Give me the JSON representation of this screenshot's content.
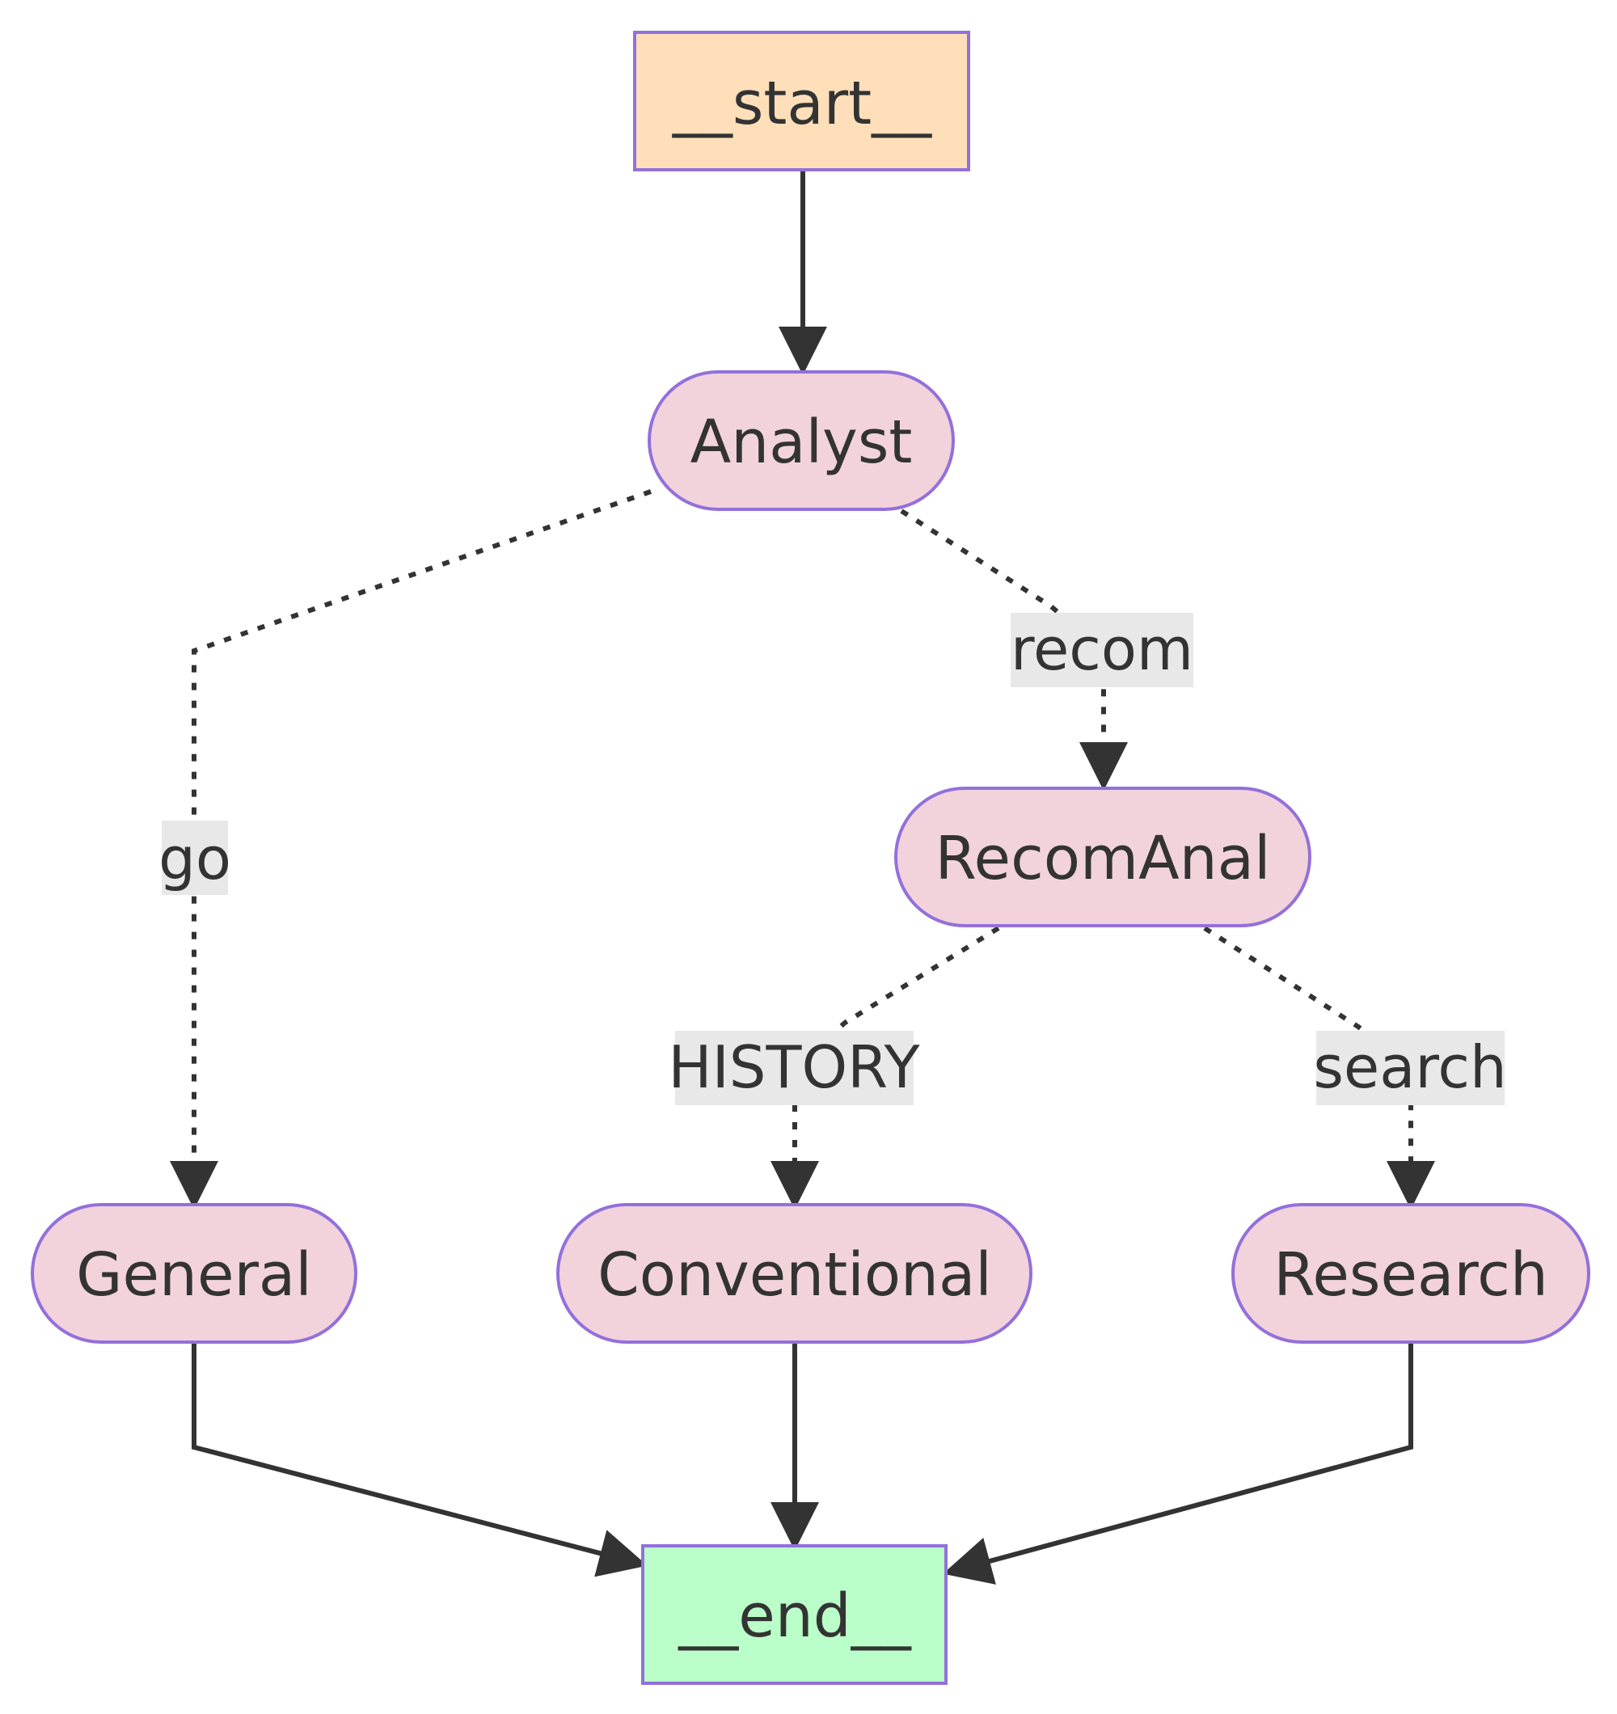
{
  "diagram": {
    "nodes": {
      "start": {
        "label": "__start__",
        "fill": "#ffdfba",
        "stroke": "#9370db"
      },
      "analyst": {
        "label": "Analyst",
        "fill": "#f2d3dc",
        "stroke": "#9370db"
      },
      "recomanal": {
        "label": "RecomAnal",
        "fill": "#f2d3dc",
        "stroke": "#9370db"
      },
      "general": {
        "label": "General",
        "fill": "#f2d3dc",
        "stroke": "#9370db"
      },
      "conventional": {
        "label": "Conventional",
        "fill": "#f2d3dc",
        "stroke": "#9370db"
      },
      "research": {
        "label": "Research",
        "fill": "#f2d3dc",
        "stroke": "#9370db"
      },
      "end": {
        "label": "__end__",
        "fill": "#baffc9",
        "stroke": "#9370db"
      }
    },
    "edges": [
      {
        "from": "__start__",
        "to": "Analyst",
        "style": "solid",
        "label": ""
      },
      {
        "from": "Analyst",
        "to": "General",
        "style": "dotted",
        "label": "go"
      },
      {
        "from": "Analyst",
        "to": "RecomAnal",
        "style": "dotted",
        "label": "recom"
      },
      {
        "from": "RecomAnal",
        "to": "Conventional",
        "style": "dotted",
        "label": "HISTORY"
      },
      {
        "from": "RecomAnal",
        "to": "Research",
        "style": "dotted",
        "label": "search"
      },
      {
        "from": "General",
        "to": "__end__",
        "style": "solid",
        "label": ""
      },
      {
        "from": "Conventional",
        "to": "__end__",
        "style": "solid",
        "label": ""
      },
      {
        "from": "Research",
        "to": "__end__",
        "style": "solid",
        "label": ""
      }
    ],
    "edge_labels": {
      "go": "go",
      "recom": "recom",
      "history": "HISTORY",
      "search": "search"
    }
  }
}
